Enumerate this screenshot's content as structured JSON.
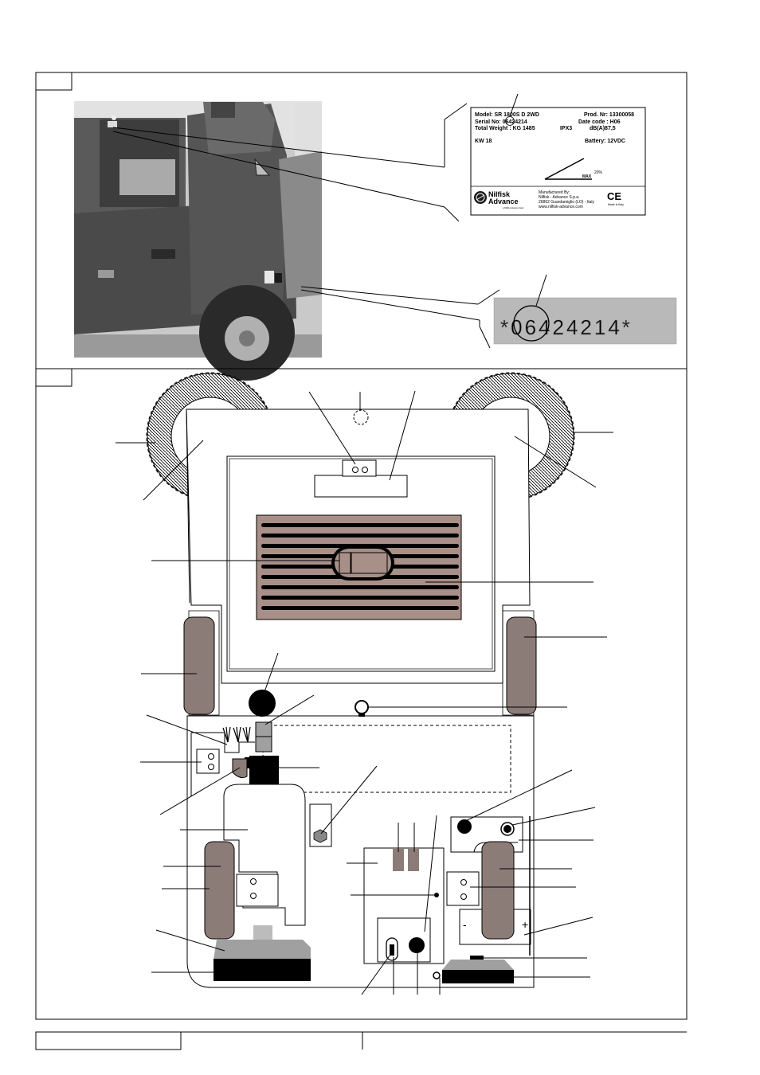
{
  "nameplate": {
    "model": "Model: SR 1800S D 2WD",
    "prod": "Prod. Nr: 13300058",
    "serial": "Serial No: 06424214",
    "date_code": "Date code : H06",
    "weight": "Total Weight : KG 1485",
    "ipx": "IPX3",
    "db": "dB(A)87,5",
    "kw": "KW 18",
    "battery": "Battery: 12VDC",
    "slope_max": "MAX",
    "slope_pct": "20%",
    "brand_line1": "Nilfisk",
    "brand_line2": "Advance",
    "brand_tag": "a Nilfisk Advance brand",
    "mfr_title": "Manufactured By:",
    "mfr_name": "Nilfisk - Advance S.p.a.",
    "mfr_address": "26862 Guardamiglio (LO) - Italy",
    "mfr_web": "www.nilfisk-advance.com",
    "ce_mark": "CE",
    "made_in": "Made in Italy"
  },
  "stamped_serial": "*06424214*",
  "battery_terminals": {
    "minus": "-",
    "plus": "+"
  },
  "colors": {
    "line": "#000000",
    "panel": "#a89088",
    "wheel": "#8c7c78",
    "photo_dark": "#3a3a3a",
    "photo_mid": "#7a7a7a",
    "photo_light": "#cfcfcf",
    "plate_bg": "#b8b8b8"
  }
}
